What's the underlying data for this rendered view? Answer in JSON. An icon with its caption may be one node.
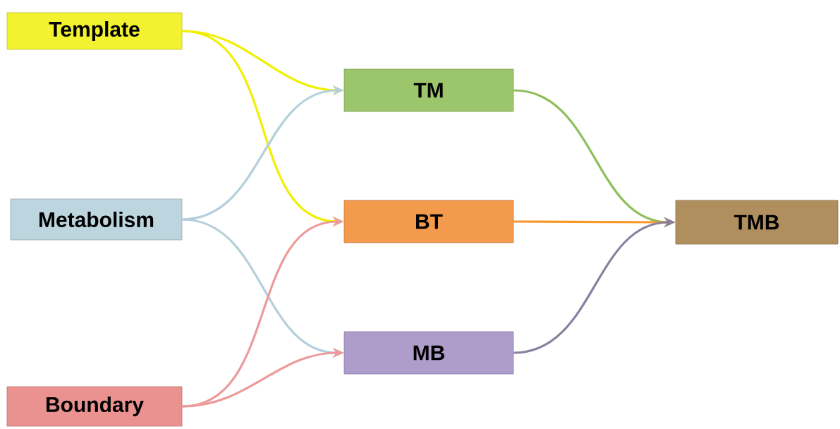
{
  "diagram": {
    "nodes": [
      {
        "text": [
          "Template"
        ]
      },
      {
        "text": [
          "Metabolism"
        ]
      },
      {
        "text": [
          "Boundary"
        ]
      },
      {
        "text": [
          "TM"
        ]
      },
      {
        "text": [
          "BT"
        ]
      },
      {
        "text": [
          "MB"
        ]
      },
      {
        "text": [
          "TMB"
        ]
      }
    ],
    "edges": [
      {
        "from": 0,
        "to": 3,
        "arrow": "to",
        "color": "#f0f000"
      },
      {
        "from": 0,
        "to": 4,
        "arrow": "to",
        "color": "#f0f000"
      },
      {
        "from": 1,
        "to": 3,
        "arrow": "to",
        "color": "#b5d0db"
      },
      {
        "from": 1,
        "to": 5,
        "arrow": "to",
        "color": "#b5d0db"
      },
      {
        "from": 2,
        "to": 4,
        "arrow": "to",
        "color": "#ec9a9a"
      },
      {
        "from": 2,
        "to": 5,
        "arrow": "to",
        "color": "#ec9a9a"
      },
      {
        "from": 3,
        "to": 6,
        "arrow": "to",
        "color": "#8fbf5a"
      },
      {
        "from": 4,
        "to": 6,
        "arrow": "to",
        "color": "#f59a2a"
      },
      {
        "from": 5,
        "to": 6,
        "arrow": "to",
        "color": "#8a80a0"
      }
    ]
  }
}
